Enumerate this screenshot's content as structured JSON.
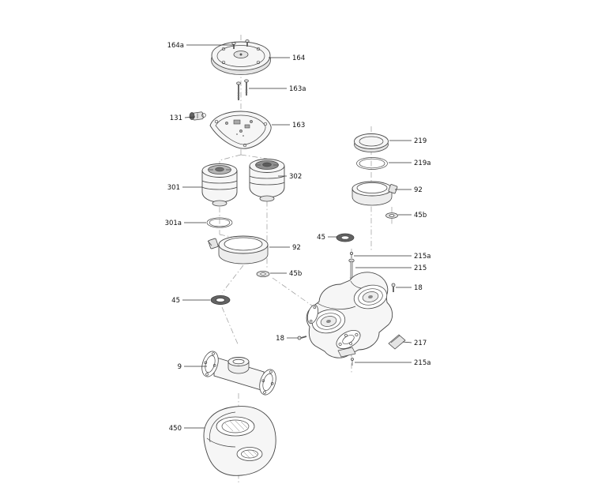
{
  "figure": {
    "kind": "exploded-parts-diagram",
    "colors": {
      "background": "#ffffff",
      "line": "#474747",
      "leader": "#2f2f2f",
      "label": "#101010",
      "dark_part": "#636363",
      "centerline": "#9a9a9a"
    }
  },
  "callouts": {
    "left_assembly": [
      {
        "part": "164a"
      },
      {
        "part": "164"
      },
      {
        "part": "163a"
      },
      {
        "part": "131"
      },
      {
        "part": "163"
      },
      {
        "part": "302"
      },
      {
        "part": "301"
      },
      {
        "part": "301a"
      },
      {
        "part": "92"
      },
      {
        "part": "45b"
      },
      {
        "part": "45"
      },
      {
        "part": "9"
      },
      {
        "part": "450"
      }
    ],
    "right_assembly": [
      {
        "part": "219"
      },
      {
        "part": "219a"
      },
      {
        "part": "92"
      },
      {
        "part": "45b"
      },
      {
        "part": "45"
      },
      {
        "part": "215a"
      },
      {
        "part": "215"
      },
      {
        "part": "18"
      },
      {
        "part": "217"
      },
      {
        "part": "215a"
      },
      {
        "part": "18"
      }
    ]
  }
}
